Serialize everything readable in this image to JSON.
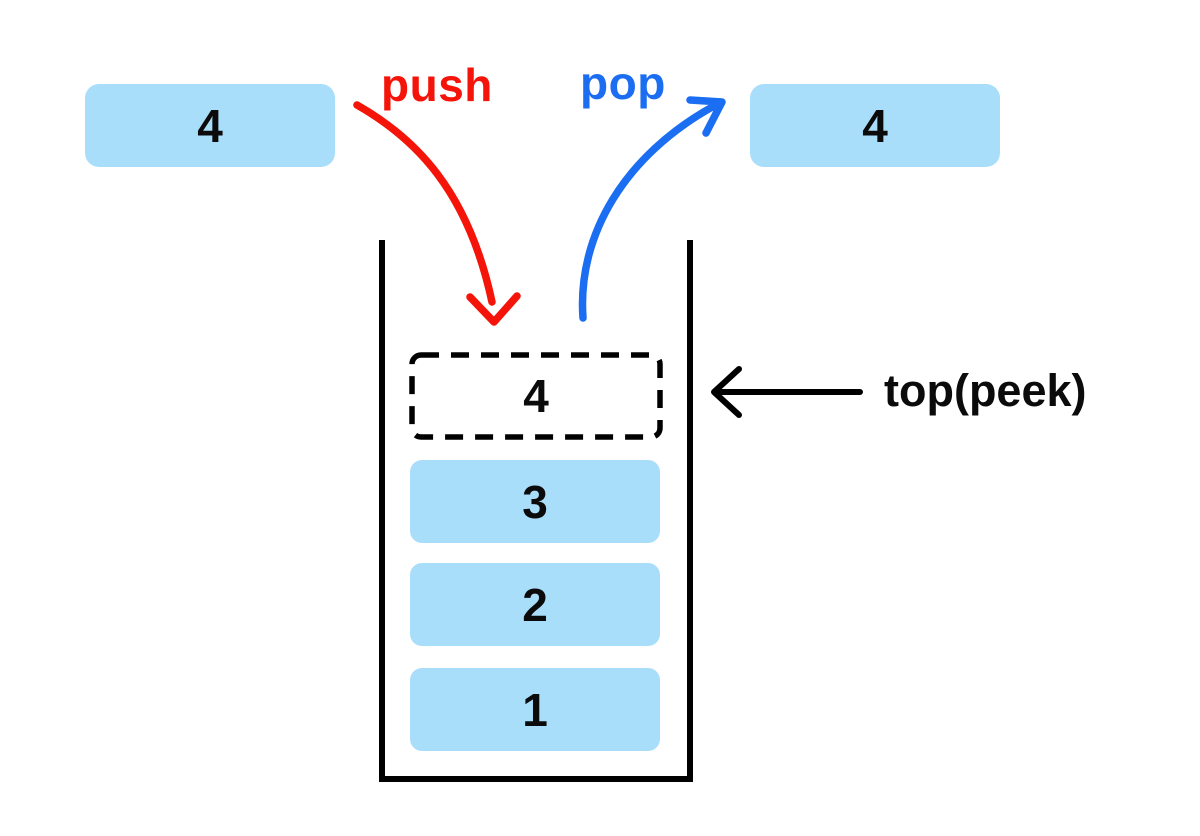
{
  "diagram": {
    "type": "stack-data-structure",
    "push_label": "push",
    "pop_label": "pop",
    "top_pointer_label": "top(peek)",
    "incoming_item": {
      "label": "4"
    },
    "outgoing_item": {
      "label": "4"
    },
    "stack": {
      "top_item": {
        "label": "4",
        "style": "dashed-outline"
      },
      "items": [
        {
          "label": "3"
        },
        {
          "label": "2"
        },
        {
          "label": "1"
        }
      ]
    },
    "colors": {
      "item_fill": "#a9defb",
      "push_arrow": "#f51409",
      "pop_arrow": "#1b6ef2",
      "outline": "#000000"
    }
  }
}
